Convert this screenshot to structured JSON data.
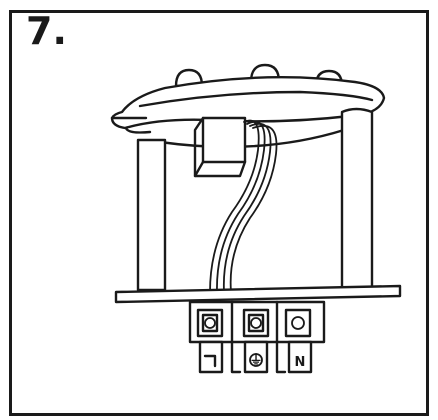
{
  "step": {
    "number": "7."
  },
  "terminals": {
    "line_label": "L",
    "ground_label": "⏚",
    "neutral_label": "N"
  },
  "colors": {
    "ink": "#1a1a1a",
    "paper": "#ffffff"
  }
}
